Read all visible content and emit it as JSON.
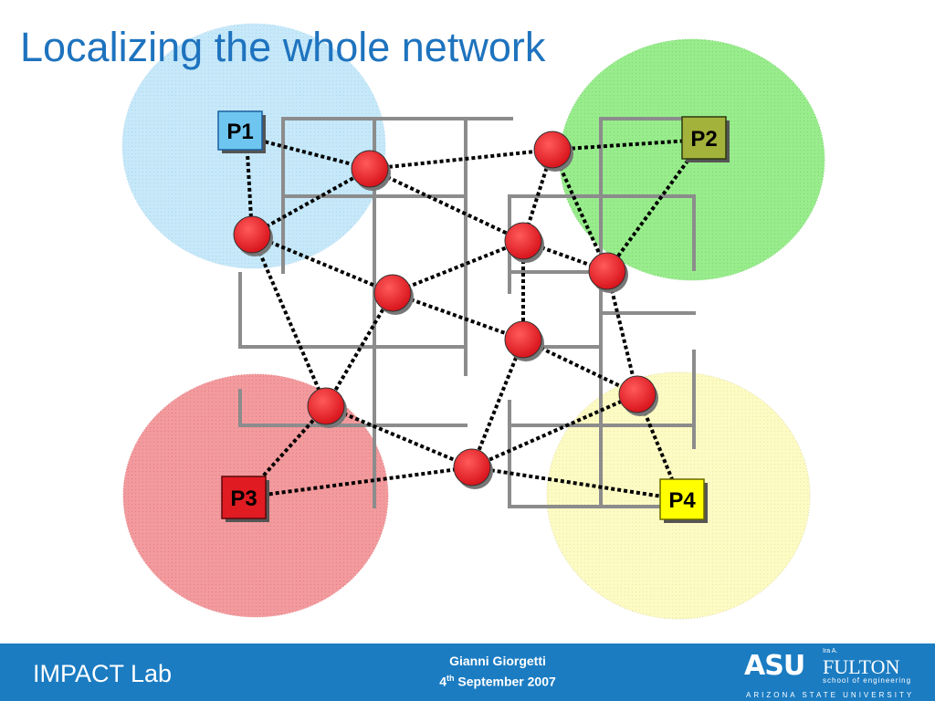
{
  "slide": {
    "title": "Localizing the whole network"
  },
  "diagram": {
    "anchors": [
      {
        "id": "P1",
        "label": "P1",
        "fill": "#6ec6f0",
        "region_color": "#c6e8f9"
      },
      {
        "id": "P2",
        "label": "P2",
        "fill": "#a3b23a",
        "region_color": "#98ec8c"
      },
      {
        "id": "P3",
        "label": "P3",
        "fill": "#e11b22",
        "region_color": "#f29a9d"
      },
      {
        "id": "P4",
        "label": "P4",
        "fill": "#ffff00",
        "region_color": "#fdfbc4"
      }
    ],
    "unknown_node_color": "#e11b22",
    "wall_color": "#8c8c8c",
    "link_color": "#000000"
  },
  "footer": {
    "lab": "IMPACT Lab",
    "author": "Gianni Giorgetti",
    "date_day": "4",
    "date_suffix": "th",
    "date_rest": " September 2007",
    "logo": {
      "asu": "ASU",
      "ira": "Ira A.",
      "fulton": "FULTON",
      "school": "school of engineering",
      "university": "ARIZONA STATE UNIVERSITY"
    }
  }
}
